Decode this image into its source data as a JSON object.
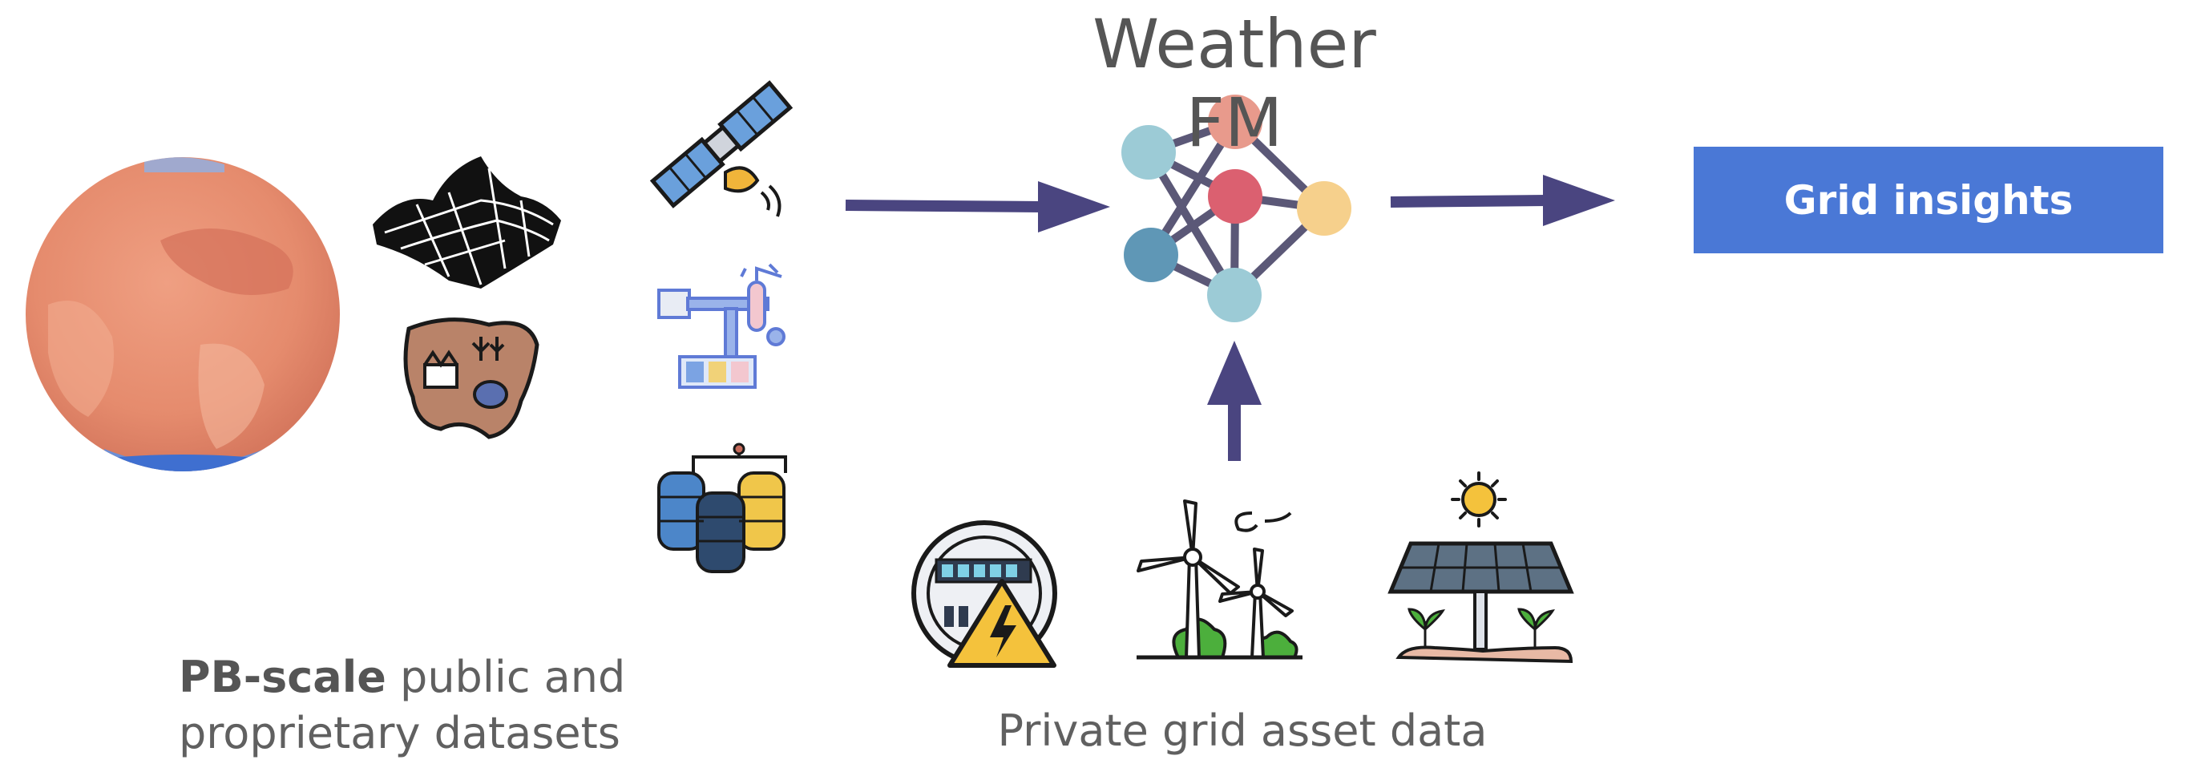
{
  "diagram": {
    "title": "Weather FM",
    "output_label": "Grid insights",
    "left_caption": {
      "bold": "PB-scale",
      "rest_line1": " public and",
      "line2": "proprietary datasets"
    },
    "bottom_caption": "Private grid asset data",
    "colors": {
      "output_box": "#4a78d6",
      "arrow": "#4a4580",
      "node_light_blue": "#9ccbd6",
      "node_salmon": "#e89a8c",
      "node_red": "#db6070",
      "node_yellow": "#f6d08c",
      "node_teal": "#5f97b6",
      "edge": "#5b5877"
    },
    "icons": [
      "earth-globe-icon",
      "terrain-mesh-icon",
      "land-use-map-icon",
      "satellite-icon",
      "weather-station-icon",
      "database-icon",
      "smart-meter-icon",
      "wind-turbine-icon",
      "solar-panel-icon"
    ]
  }
}
